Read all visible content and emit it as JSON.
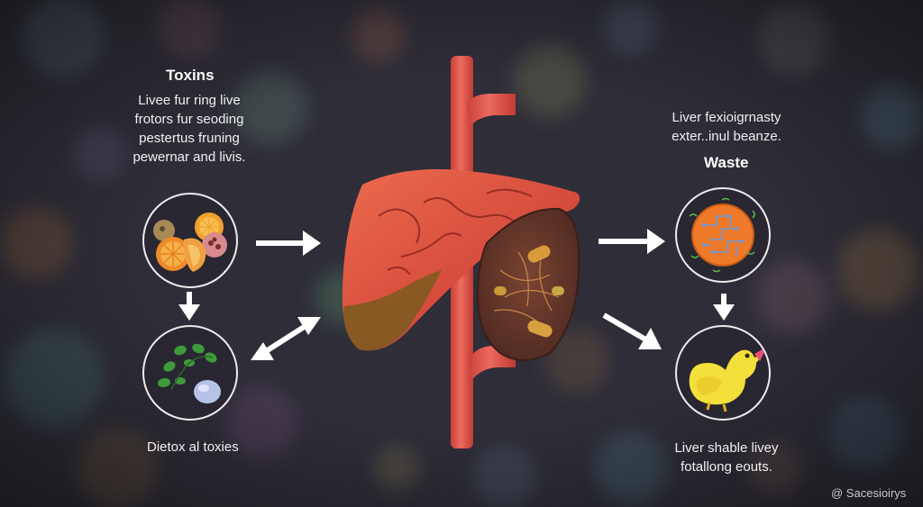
{
  "left_panel": {
    "title": "Toxins",
    "description_lines": [
      "Livee fur ring live",
      "frotors fur seoding",
      "pestertus fruning",
      "pewernar and livis."
    ],
    "bottom_caption": "Dietox al toxies"
  },
  "right_panel": {
    "description_lines": [
      "Liver fexioigrnasty",
      "exter..inul beanze."
    ],
    "title": "Waste",
    "bottom_caption_lines": [
      "Liver shable livey",
      "fotallong eouts."
    ]
  },
  "watermark": "@ Sacesioirys",
  "icons": {
    "toxins_circle": "citrus-fruits-icon",
    "detox_circle": "leaves-and-seed-icon",
    "waste_circle": "circuit-orb-icon",
    "output_circle": "yellow-duck-icon"
  },
  "colors": {
    "background": "#2f2e38",
    "liver": "#d9503f",
    "gallbladder": "#6b3a2c",
    "vessel": "#e0574c",
    "circle_border": "#ececec",
    "arrow": "#ffffff"
  }
}
